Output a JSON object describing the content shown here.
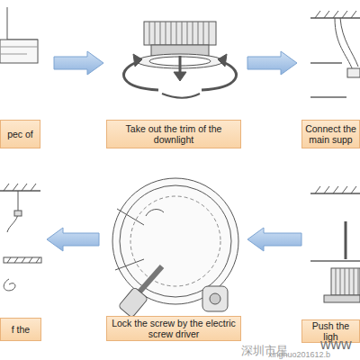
{
  "diagram": {
    "nodes": [
      {
        "text": [
          "pec of"
        ]
      },
      {
        "text": [
          "Take out the trim of the downlight"
        ]
      },
      {
        "text": [
          "Connect the main supp"
        ]
      },
      {
        "text": [
          "f the"
        ]
      },
      {
        "text": [
          "Lock the screw by the electric screw driver"
        ]
      },
      {
        "text": [
          "Push the ligh"
        ]
      }
    ],
    "edges": [
      {
        "from": 0,
        "to": 1,
        "arrow": "to"
      },
      {
        "from": 1,
        "to": 2,
        "arrow": "to"
      },
      {
        "from": 5,
        "to": 4,
        "arrow": "to"
      },
      {
        "from": 4,
        "to": 3,
        "arrow": "to"
      }
    ],
    "labels": [
      "深圳市星",
      "xinghuo201612.b",
      "www"
    ]
  }
}
